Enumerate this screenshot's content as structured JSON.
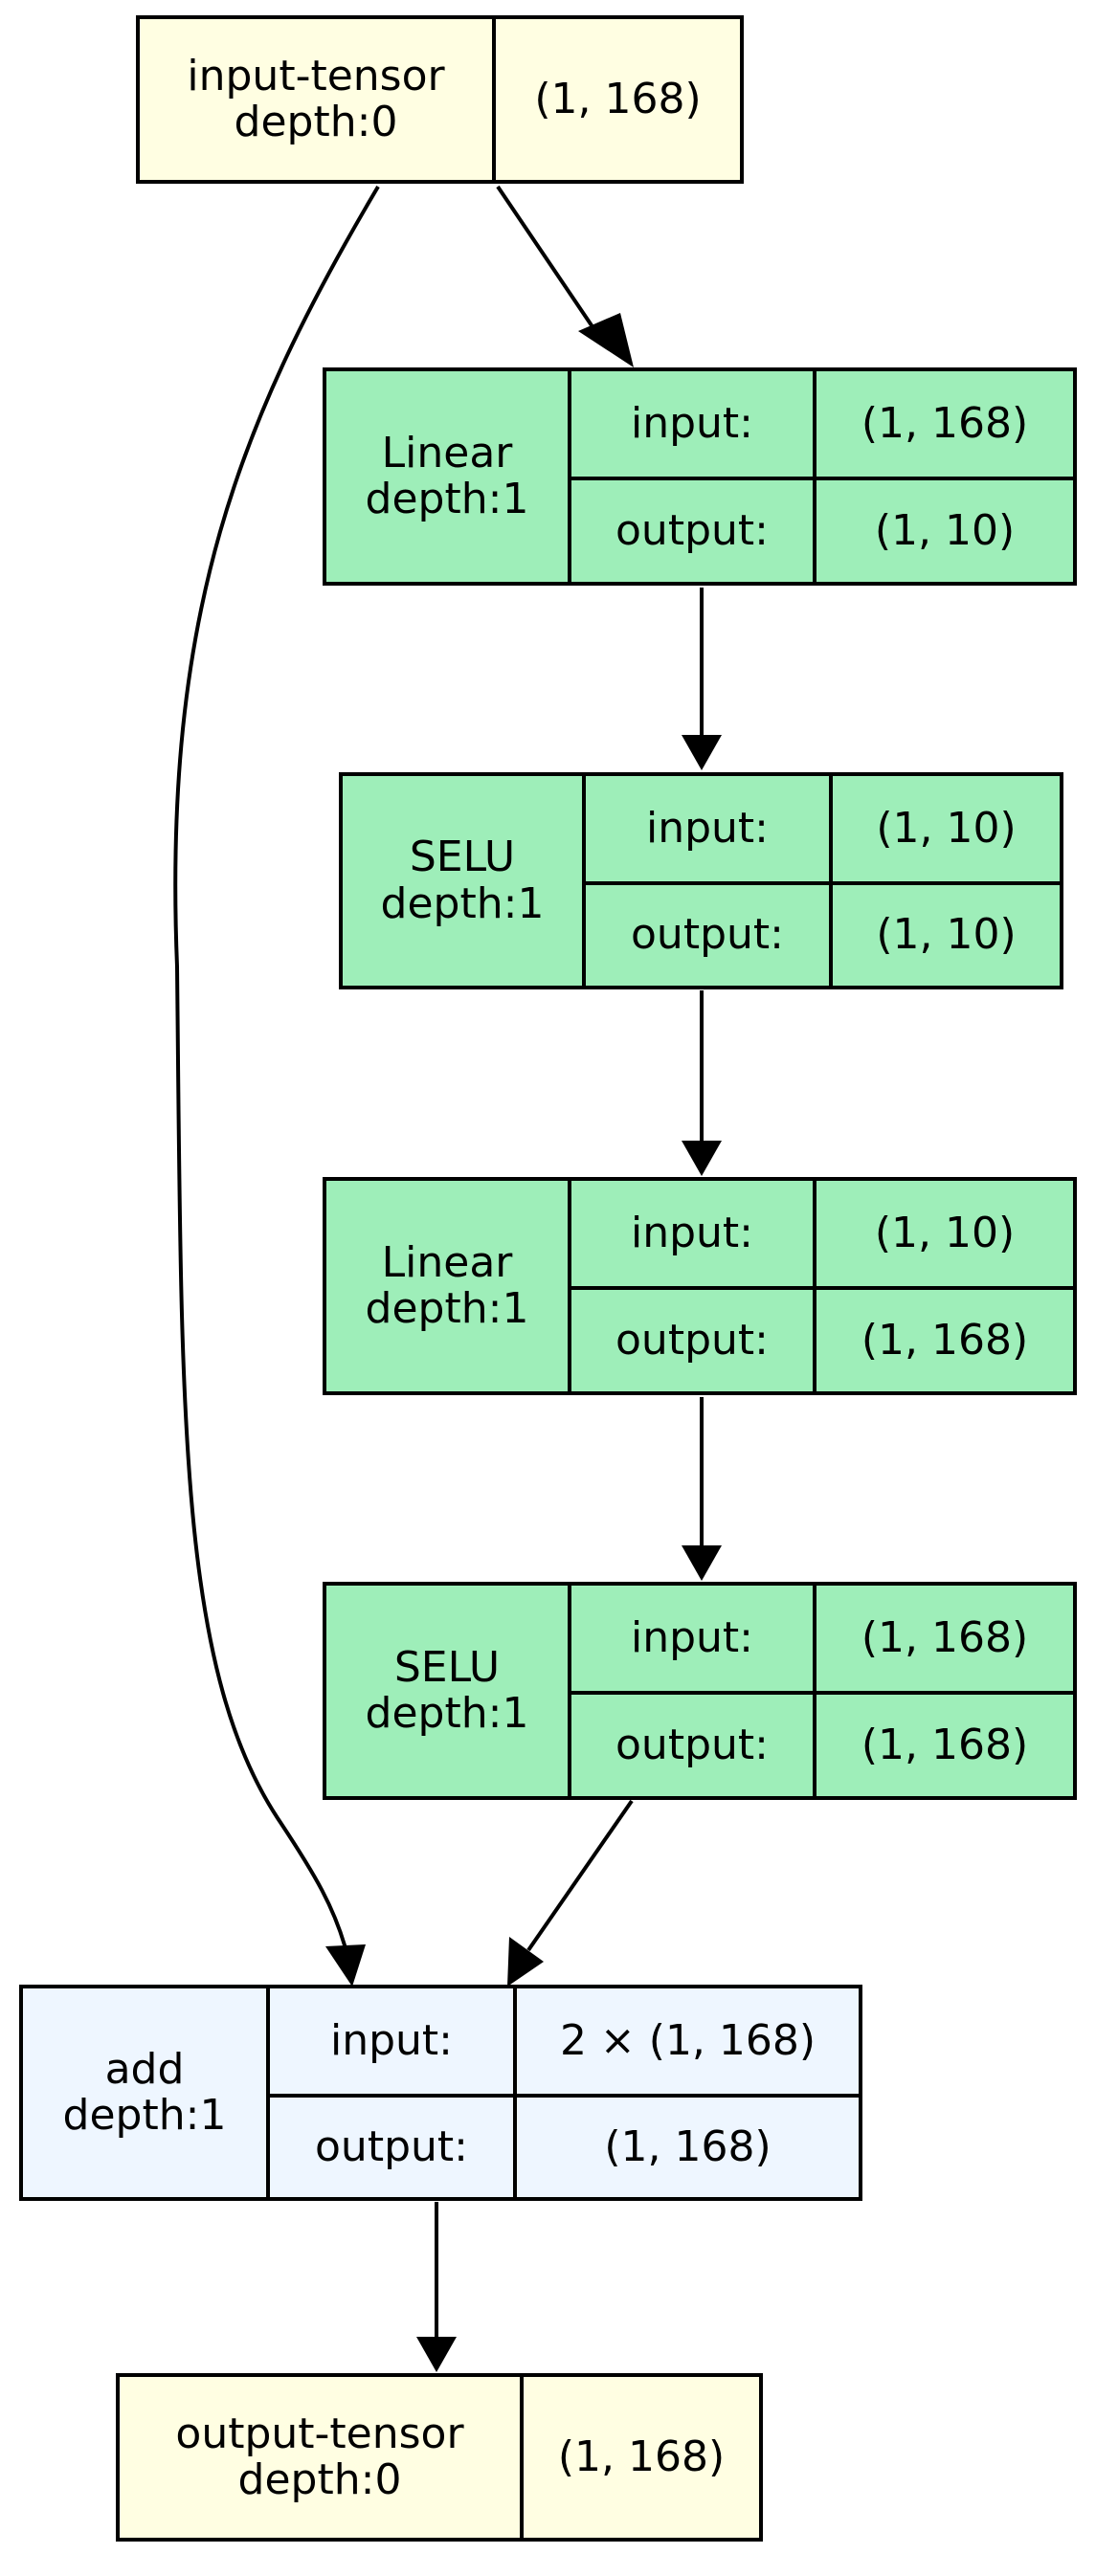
{
  "nodes": {
    "input_tensor": {
      "name": "input-tensor",
      "depth": "depth:0",
      "shape": "(1, 168)"
    },
    "linear1": {
      "name": "Linear",
      "depth": "depth:1",
      "input_label": "input:",
      "input": "(1, 168)",
      "output_label": "output:",
      "output": "(1, 10)"
    },
    "selu1": {
      "name": "SELU",
      "depth": "depth:1",
      "input_label": "input:",
      "input": "(1, 10)",
      "output_label": "output:",
      "output": "(1, 10)"
    },
    "linear2": {
      "name": "Linear",
      "depth": "depth:1",
      "input_label": "input:",
      "input": "(1, 10)",
      "output_label": "output:",
      "output": "(1, 168)"
    },
    "selu2": {
      "name": "SELU",
      "depth": "depth:1",
      "input_label": "input:",
      "input": "(1, 168)",
      "output_label": "output:",
      "output": "(1, 168)"
    },
    "add": {
      "name": "add",
      "depth": "depth:1",
      "input_label": "input:",
      "input": "2 × (1, 168)",
      "output_label": "output:",
      "output": "(1, 168)"
    },
    "output_tensor": {
      "name": "output-tensor",
      "depth": "depth:0",
      "shape": "(1, 168)"
    }
  },
  "colors": {
    "module_fill": "#9eeeb9",
    "tensor_fill": "#fffee2",
    "function_fill": "#eef6ff",
    "stroke": "#000000"
  }
}
